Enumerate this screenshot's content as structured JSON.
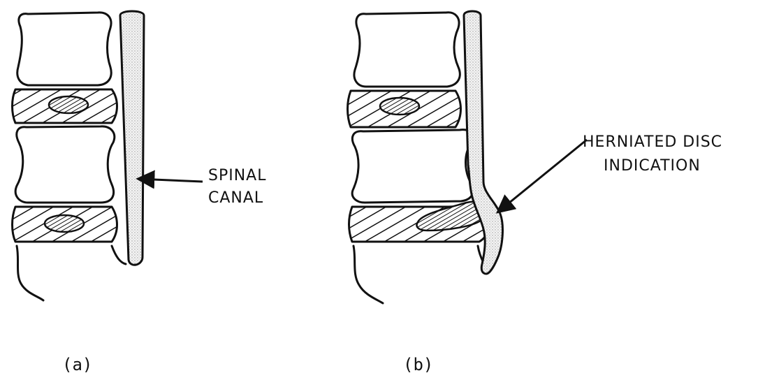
{
  "panel_a": {
    "label": "SPINAL CANAL",
    "label_lines": [
      "SPINAL",
      "CANAL"
    ],
    "caption": "(a)"
  },
  "panel_b": {
    "label": "HERNIATED DISC INDICATION",
    "label_lines": [
      "HERNIATED DISC",
      "INDICATION"
    ],
    "caption": "(b)"
  }
}
